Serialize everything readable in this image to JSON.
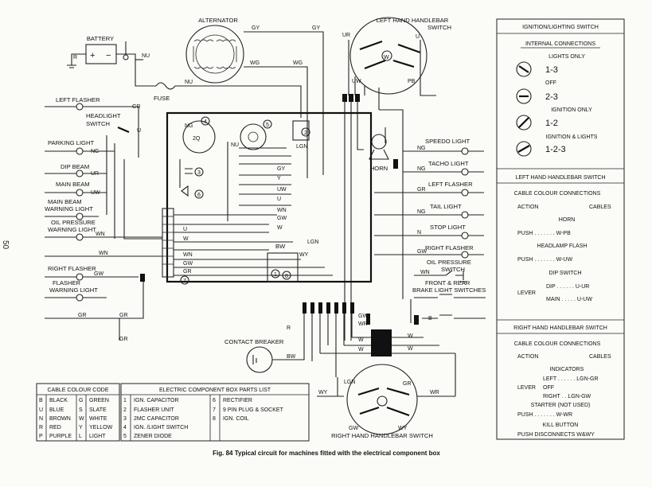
{
  "page_number": "50",
  "caption": "Fig. 84   Typical circuit for machines fitted with the electrical component box",
  "components": {
    "alternator": "ALTERNATOR",
    "battery": "BATTERY",
    "battery_plus": "+",
    "battery_minus": "−",
    "fuse": "FUSE",
    "left_handlebar_switch": [
      "LEFT HAND HANDLEBAR",
      "SWITCH"
    ],
    "right_handlebar_switch": "RIGHT HAND HANDLEBAR SWITCH",
    "left_flasher": "LEFT FLASHER",
    "headlight_switch": [
      "HEADLIGHT",
      "SWITCH"
    ],
    "parking_light": "PARKING LIGHT",
    "dip_beam": "DIP BEAM",
    "main_beam": "MAIN BEAM",
    "main_beam_warning": [
      "MAIN BEAM",
      "WARNING LIGHT"
    ],
    "oil_pressure_warning": [
      "OIL PRESSURE",
      "WARNING LIGHT"
    ],
    "right_flasher_left": "RIGHT FLASHER",
    "flasher_warning": [
      "FLASHER",
      "WARNING LIGHT"
    ],
    "speedo_light": "SPEEDO LIGHT",
    "tacho_light": "TACHO LIGHT",
    "left_flasher_r": "LEFT FLASHER",
    "tail_light": "TAIL LIGHT",
    "stop_light": "STOP LIGHT",
    "right_flasher_r": "RIGHT FLASHER",
    "oil_pressure_switch": [
      "OIL PRESSURE",
      "SWITCH"
    ],
    "brake_switches": [
      "FRONT & REAR",
      "BRAKE LIGHT SWITCHES"
    ],
    "horn": "HORN",
    "contact_breaker": "CONTACT BREAKER",
    "bw": "BW"
  },
  "wire_labels": {
    "gy1": "GY",
    "gy2": "GY",
    "wg1": "WG",
    "wg2": "WG",
    "nu1": "NU",
    "nu2": "NU",
    "nu3": "NU",
    "r_batt": "R",
    "ur": "UR",
    "u": "U",
    "uw": "UW",
    "pb": "PB",
    "gr": "GR",
    "u_hs": "U",
    "ng": "NG",
    "w": "W",
    "lgn": "LGN",
    "wn": "WN",
    "gw": "GW",
    "wy": "WY",
    "wr": "WR",
    "bw": "BW",
    "y": "Y",
    "b": "B",
    "n": "N",
    "wb": "WB"
  },
  "cable_colour_code": {
    "title": "CABLE COLOUR CODE",
    "rows": [
      [
        "B",
        "BLACK",
        "G",
        "GREEN"
      ],
      [
        "U",
        "BLUE",
        "S",
        "SLATE"
      ],
      [
        "N",
        "BROWN",
        "W",
        "WHITE"
      ],
      [
        "R",
        "RED",
        "Y",
        "YELLOW"
      ],
      [
        "P",
        "PURPLE",
        "L",
        "LIGHT"
      ]
    ]
  },
  "component_box": {
    "title": "ELECTRIC COMPONENT BOX PARTS LIST",
    "rows": [
      [
        "1",
        "IGN. CAPACITOR",
        "6",
        "RECTIFIER"
      ],
      [
        "2",
        "FLASHER UNIT",
        "7",
        "9 PIN PLUG & SOCKET"
      ],
      [
        "3",
        "2MC CAPACITOR",
        "8",
        "IGN. COIL"
      ],
      [
        "4",
        "IGN. /LIGHT SWITCH",
        "",
        ""
      ],
      [
        "5",
        "ZENER DIODE",
        "",
        ""
      ]
    ]
  },
  "right_panel": {
    "ignition_title": "IGNITION/LIGHTING SWITCH",
    "internal_connections": "INTERNAL CONNECTIONS",
    "modes": [
      {
        "label": "LIGHTS ONLY",
        "value": "1-3"
      },
      {
        "label": "OFF",
        "value": "2-3"
      },
      {
        "label": "IGNITION ONLY",
        "value": "1-2"
      },
      {
        "label": "IGNITION & LIGHTS",
        "value": "1-2-3"
      }
    ],
    "lh_title": "LEFT HAND HANDLEBAR SWITCH",
    "lh_cable_colour": "CABLE COLOUR CONNECTIONS",
    "lh_action_header": "ACTION",
    "lh_cables_header": "CABLES",
    "lh_horn": "HORN",
    "lh_push1": "PUSH . . . . . . . W-PB",
    "lh_headlamp_flash": "HEADLAMP FLASH",
    "lh_push2": "PUSH . . . . . . . W-UW",
    "lh_dip_switch": "DIP SWITCH",
    "lh_lever": "LEVER",
    "lh_dip": "DIP . . . . . . U-UR",
    "lh_main": "MAIN . . . . . U-UW",
    "rh_title": "RIGHT HAND HANDLEBAR SWITCH",
    "rh_cable_colour": "CABLE COLOUR CONNECTIONS",
    "rh_action_header": "ACTION",
    "rh_cables_header": "CABLES",
    "rh_indicators": "INDICATORS",
    "rh_lever": "LEVER",
    "rh_left": "LEFT . . . . . . LGN-GR",
    "rh_off": "OFF",
    "rh_right": "RIGHT . . LGN-GW",
    "rh_starter": "STARTER (NOT USED)",
    "rh_push1": "PUSH . . . . . . . W-WR",
    "rh_kill": "KILL BUTTON",
    "rh_push2": "PUSH DISCONNECTS W&WY"
  }
}
